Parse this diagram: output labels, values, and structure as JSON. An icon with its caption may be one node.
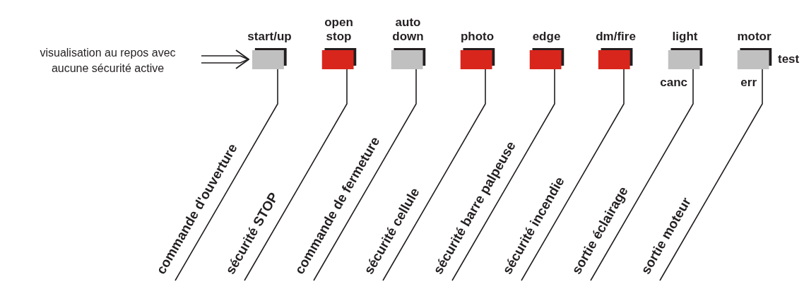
{
  "diagram": {
    "nodes": [
      {
        "text": [
          "visualisation au repos avec aucune sécurité active"
        ]
      },
      {
        "text": [
          "start/up"
        ]
      },
      {
        "text": [
          "open stop"
        ]
      },
      {
        "text": [
          "auto down"
        ]
      },
      {
        "text": [
          "photo"
        ]
      },
      {
        "text": [
          "edge"
        ]
      },
      {
        "text": [
          "dm/fire"
        ]
      },
      {
        "text": [
          "light"
        ],
        "beside": [
          "canc"
        ]
      },
      {
        "text": [
          "motor"
        ],
        "beside": [
          "err",
          "test"
        ]
      },
      {
        "text": [
          "commande d'ouverture"
        ]
      },
      {
        "text": [
          "sécurité STOP"
        ]
      },
      {
        "text": [
          "commande de fermeture"
        ]
      },
      {
        "text": [
          "sécurité cellule"
        ]
      },
      {
        "text": [
          "sécurité barre palpeuse"
        ]
      },
      {
        "text": [
          "sécurité incendie"
        ]
      },
      {
        "text": [
          "sortie éclairage"
        ]
      },
      {
        "text": [
          "sortie moteur"
        ]
      }
    ],
    "edges": [
      {
        "from": 0,
        "to": 1,
        "arrow": "to"
      },
      {
        "from": 1,
        "to": 9,
        "arrow": "none"
      },
      {
        "from": 2,
        "to": 10,
        "arrow": "none"
      },
      {
        "from": 3,
        "to": 11,
        "arrow": "none"
      },
      {
        "from": 4,
        "to": 12,
        "arrow": "none"
      },
      {
        "from": 5,
        "to": 13,
        "arrow": "none"
      },
      {
        "from": 6,
        "to": 14,
        "arrow": "none"
      },
      {
        "from": 7,
        "to": 15,
        "arrow": "none"
      },
      {
        "from": 8,
        "to": 16,
        "arrow": "none"
      }
    ]
  }
}
